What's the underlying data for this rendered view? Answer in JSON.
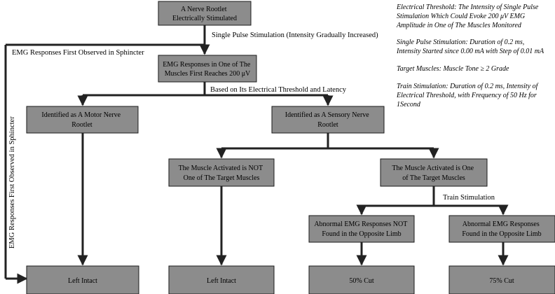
{
  "nodes": {
    "root": [
      "A Nerve Rootlet",
      "Electrically Stimulated"
    ],
    "emg": [
      "EMG Responses in One of The",
      "Muscles First Reaches 200 μV"
    ],
    "motor": [
      "Identified as A Motor Nerve",
      "Rootlet"
    ],
    "sensory": [
      "Identified as A Sensory Nerve",
      "Rootlet"
    ],
    "not_target": [
      "The Muscle Activated is NOT",
      "One of The Target Muscles"
    ],
    "is_target": [
      "The Muscle Activated is One",
      "of The Target Muscles"
    ],
    "abn_not_found": [
      "Abnormal EMG Responses NOT",
      "Found in the Opposite Limb"
    ],
    "abn_found": [
      "Abnormal EMG Responses",
      "Found in the Opposite Limb"
    ],
    "left_intact_1": [
      "Left Intact"
    ],
    "left_intact_2": [
      "Left Intact"
    ],
    "cut_50": [
      "50% Cut"
    ],
    "cut_75": [
      "75% Cut"
    ]
  },
  "edge_labels": {
    "single_pulse": "Single Pulse Stimulation (Intensity Gradually Increased)",
    "sphincter_horizontal": "EMG Responses  First Observed in Sphincter",
    "sphincter_vertical": "EMG Responses  First Observed in Sphincter",
    "threshold_latency": "Based on Its Electrical Threshold and Latency",
    "train_stimulation": "Train Stimulation"
  },
  "notes": [
    [
      "Electrical Threshold: The Intensity of Single Pulse",
      "Stimulation Which Could Evoke 200 μV EMG",
      "Amplitude in One of The Muscles Monitored"
    ],
    [
      "Single Pulse Stimulation: Duration of 0.2 ms,",
      "Intensity Started since 0.00 mA with Step of 0.01 mA"
    ],
    [
      "Target Muscles: Muscle Tone  ≥ 2 Grade"
    ],
    [
      "Train Stimulation: Duration of 0.2 ms, Intensity of",
      "Electrical Threshold, with Frequency of 50 Hz for",
      "1Second"
    ]
  ]
}
